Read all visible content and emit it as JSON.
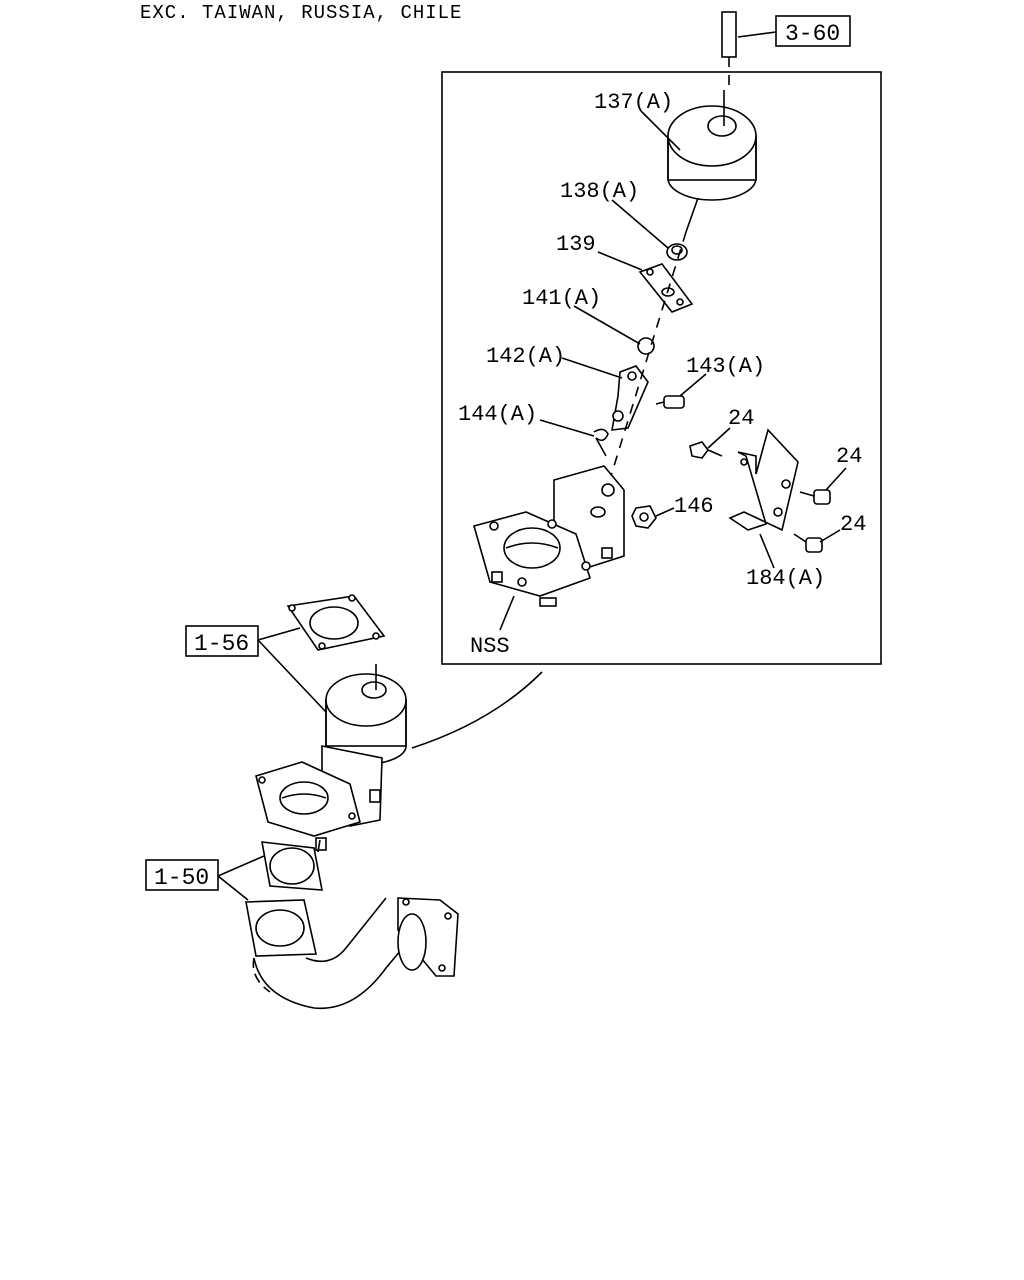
{
  "header": {
    "note": "EXC. TAIWAN, RUSSIA, CHILE"
  },
  "refs": {
    "r360": "3-60",
    "r156": "1-56",
    "r150": "1-50"
  },
  "callouts": {
    "p137": "137(A)",
    "p138": "138(A)",
    "p139": "139",
    "p141": "141(A)",
    "p142": "142(A)",
    "p143": "143(A)",
    "p144": "144(A)",
    "p24a": "24",
    "p24b": "24",
    "p24c": "24",
    "p146": "146",
    "p184": "184(A)",
    "nss": "NSS"
  }
}
